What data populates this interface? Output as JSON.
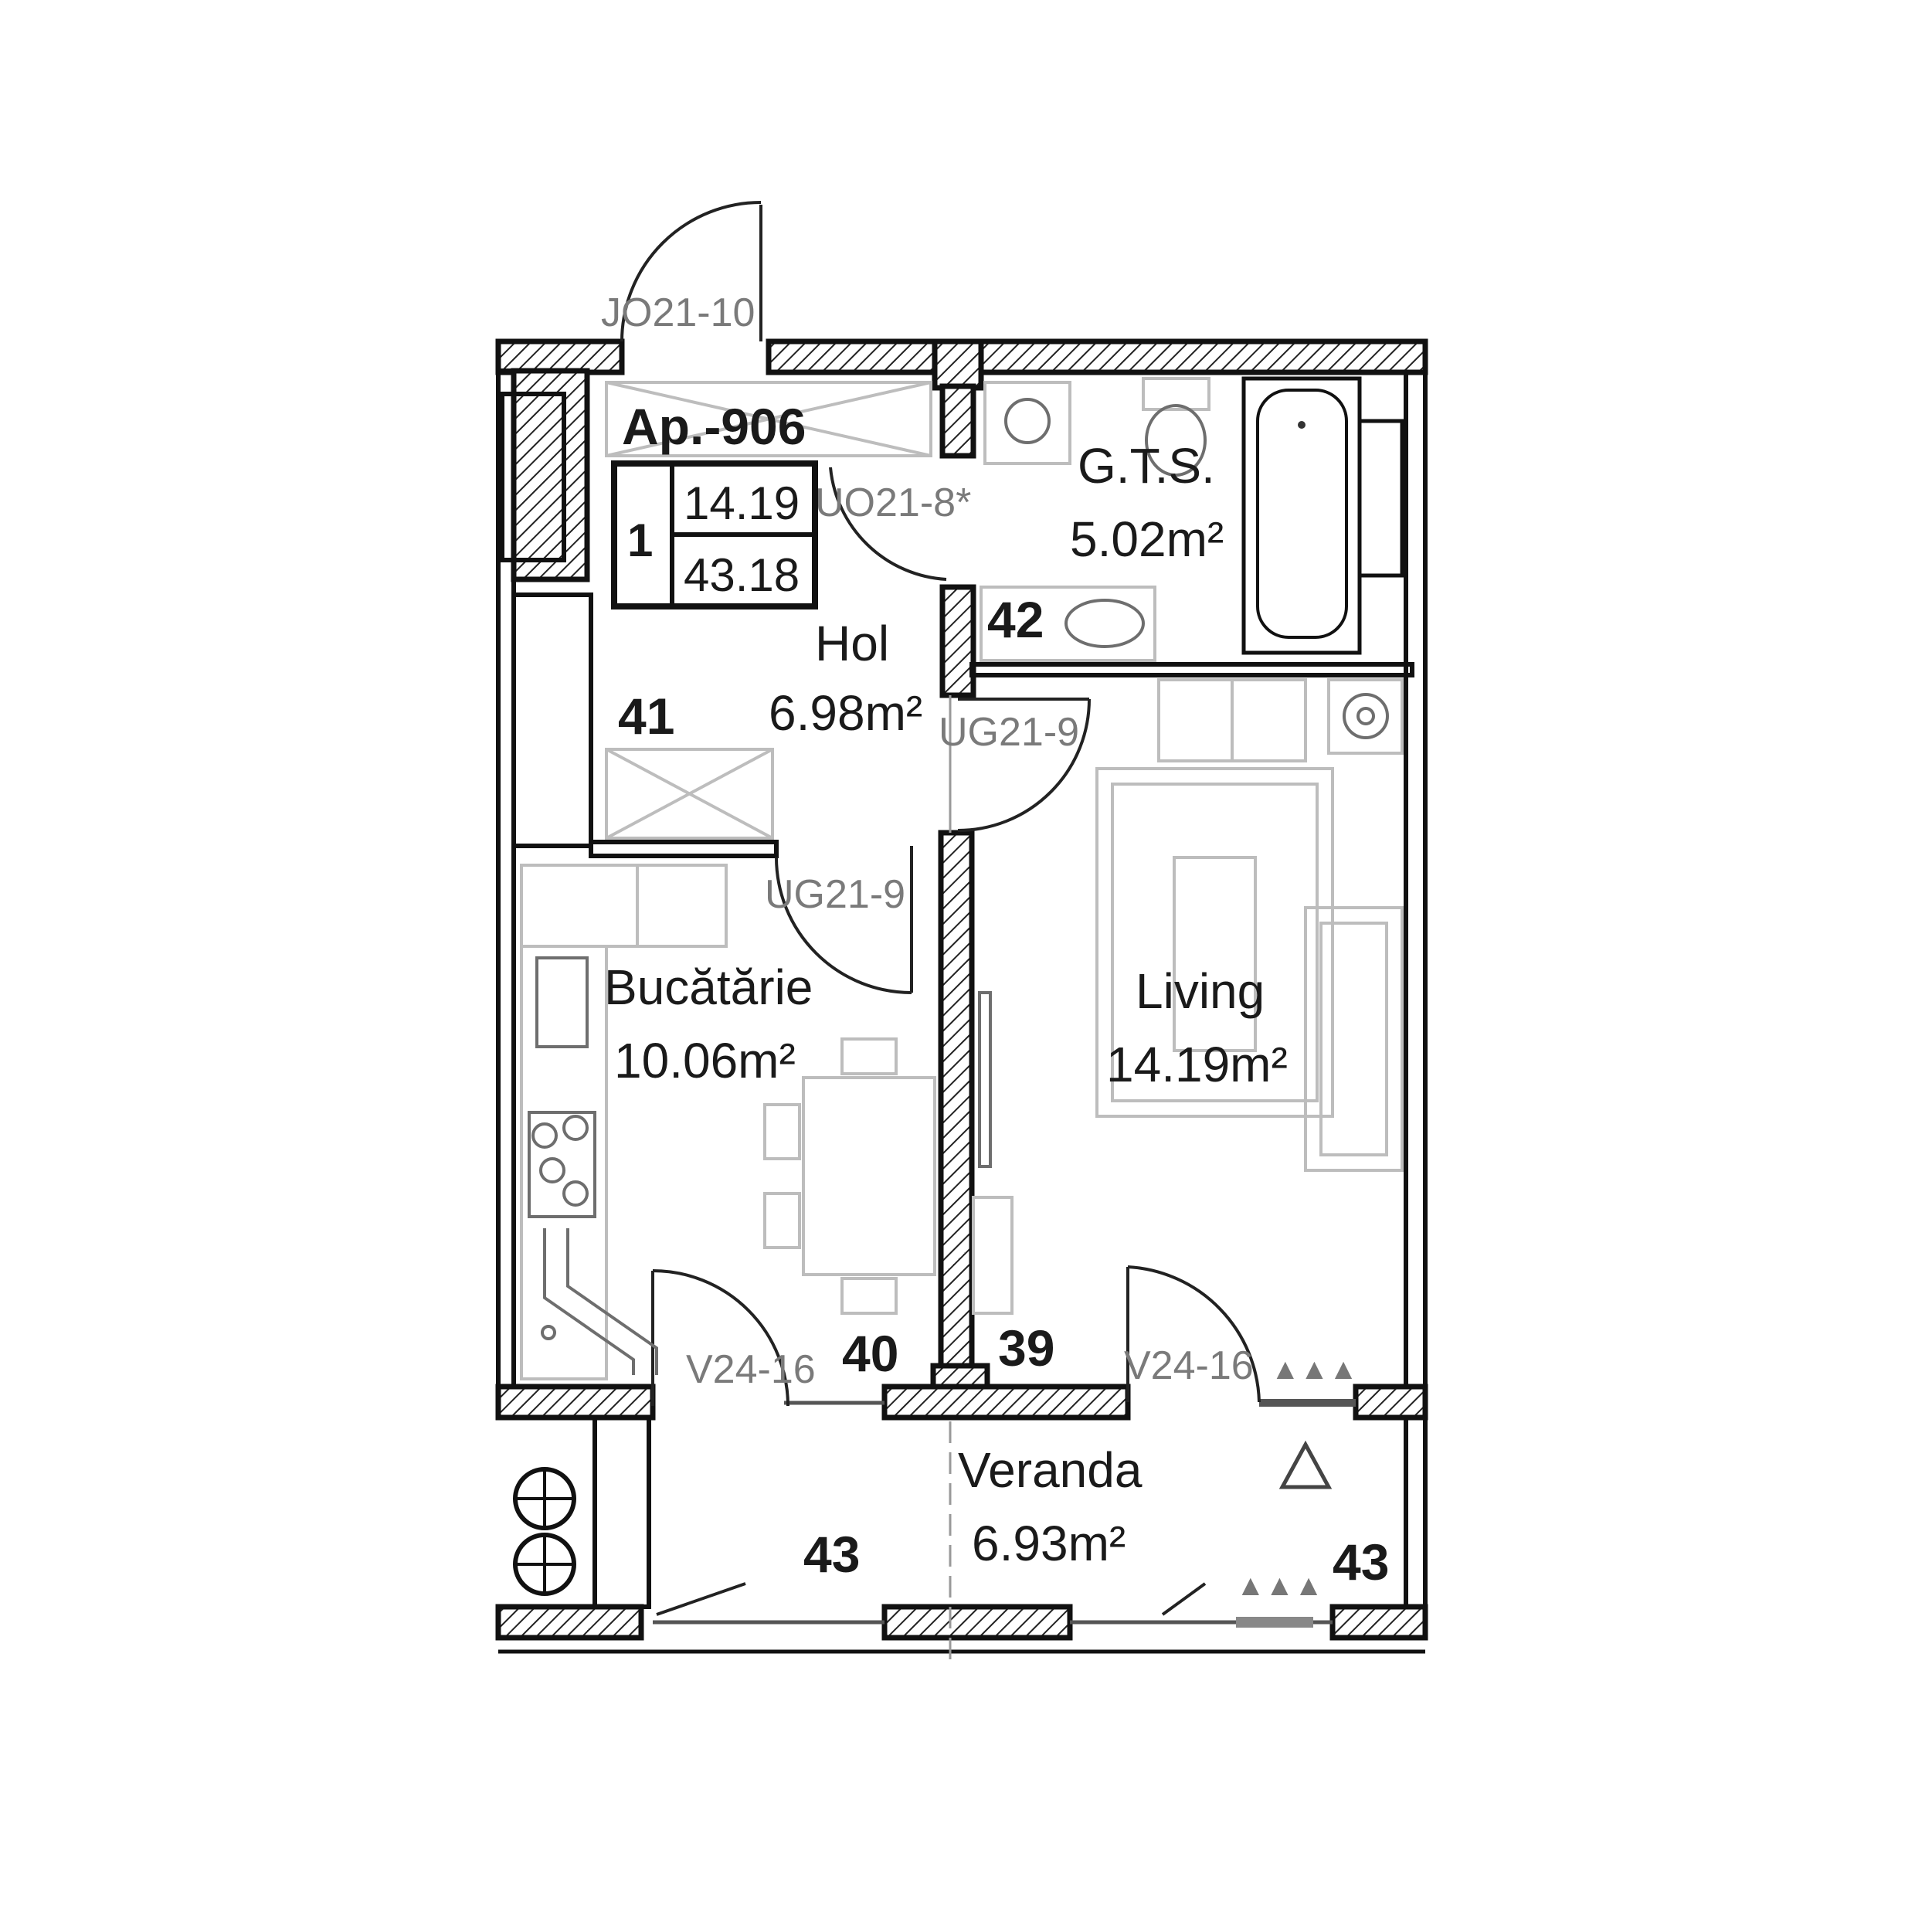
{
  "apartment": {
    "title": "Ap.-906",
    "rooms_count": "1",
    "living_area": "14.19",
    "total_area": "43.18"
  },
  "rooms": {
    "hol": {
      "name": "Hol",
      "area": "6.98m²"
    },
    "gts": {
      "name": "G.T.S.",
      "area": "5.02m²"
    },
    "bucatarie": {
      "name": "Bucătărie",
      "area": "10.06m²"
    },
    "living": {
      "name": "Living",
      "area": "14.19m²"
    },
    "veranda": {
      "name": "Veranda",
      "area": "6.93m²"
    }
  },
  "door_codes": {
    "entrance": "JO21-10",
    "bathroom": "UO21-8*",
    "living": "UG21-9",
    "kitchen": "UG21-9",
    "veranda_kitchen": "V24-16",
    "veranda_living": "V24-16"
  },
  "wall_numbers": {
    "w41": "41",
    "w42": "42",
    "w40": "40",
    "w39": "39",
    "w43_left": "43",
    "w43_right": "43"
  },
  "colors": {
    "ink": "#111111",
    "furniture": "#bdbdbd",
    "code_text": "#7a7a7a"
  }
}
